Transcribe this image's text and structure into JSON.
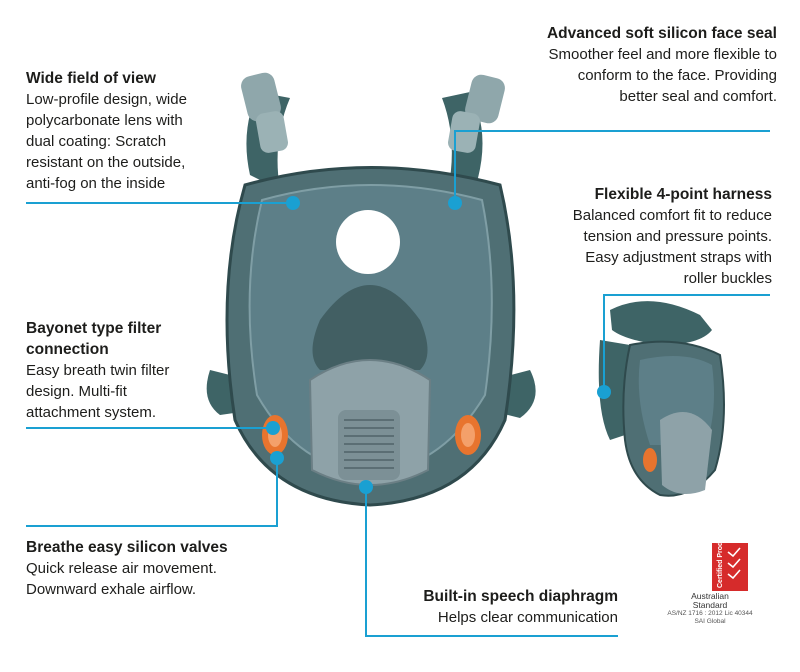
{
  "callouts": {
    "field_of_view": {
      "title": "Wide field of view",
      "body": [
        "Low-profile design, wide",
        "polycarbonate lens with",
        "dual coating: Scratch",
        "resistant on the outside,",
        "anti-fog on the inside"
      ]
    },
    "face_seal": {
      "title": "Advanced soft silicon face seal",
      "body": [
        "Smoother feel and more flexible to",
        "conform to the face. Providing",
        "better seal and comfort."
      ]
    },
    "harness": {
      "title": "Flexible 4-point harness",
      "body": [
        "Balanced comfort fit to reduce",
        "tension and pressure points.",
        "Easy adjustment straps with",
        "roller buckles"
      ]
    },
    "bayonet": {
      "title_lines": [
        "Bayonet type filter",
        "connection"
      ],
      "body": [
        "Easy breath twin filter",
        "design. Multi-fit",
        "attachment system."
      ]
    },
    "valves": {
      "title": "Breathe easy silicon valves",
      "body": [
        "Quick release air movement.",
        "Downward exhale airflow."
      ]
    },
    "speech": {
      "title": "Built-in speech diaphragm",
      "body": [
        "Helps clear communication"
      ]
    }
  },
  "certification": {
    "badge_text": "Certified Product",
    "line1": "Australian",
    "line2": "Standard",
    "line3": "AS/NZ 1716 : 2012 Lic 40344",
    "line4": "SAI Global"
  },
  "colors": {
    "accent": "#1aa0d2",
    "mask_dark": "#3c5a5c",
    "filter_orange": "#e8742e",
    "cert_red": "#d62b2b"
  }
}
